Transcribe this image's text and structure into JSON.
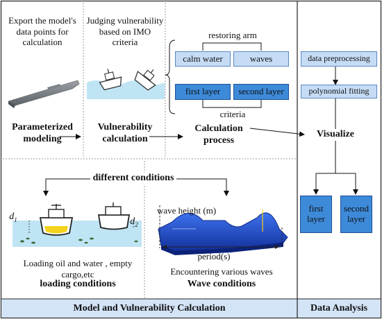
{
  "top": {
    "export_text": "Export the model's data points for calculation",
    "judge_text": "Judging vulnerability based on IMO criteria",
    "param_label": "Parameterized modeling",
    "vuln_label": "Vulnerability calculation",
    "calc_label": "Calculation process",
    "visualize_label": "Visualize"
  },
  "calc": {
    "restoring_arm": "restoring arm",
    "criteria": "criteria",
    "calm_water": "calm water",
    "waves": "waves",
    "first_layer": "first layer",
    "second_layer": "second layer"
  },
  "analysis": {
    "preprocessing": "data preprocessing",
    "fitting": "polynomial fitting",
    "first_layer": "first layer",
    "second_layer": "second layer"
  },
  "bottom": {
    "different_conditions": "different conditions",
    "d1_letter": "d",
    "d1_sub": "1",
    "d2_letter": "d",
    "d2_sub": "2",
    "wave_height": "wave height (m)",
    "period": "period(s)",
    "loading_desc": "Loading oil and water , empty cargo,etc",
    "loading_label": "loading conditions",
    "encountering": "Encountering  various waves",
    "wave_label": "Wave conditions"
  },
  "footer": {
    "left": "Model and Vulnerability Calculation",
    "right": "Data Analysis"
  },
  "colors": {
    "footer_bg": "#d4e4f7",
    "box_light": "#c6dcf5",
    "box_mid": "#3d8ad9",
    "wave_blue": "#1f4fd6",
    "water": "#bfe4f4"
  }
}
